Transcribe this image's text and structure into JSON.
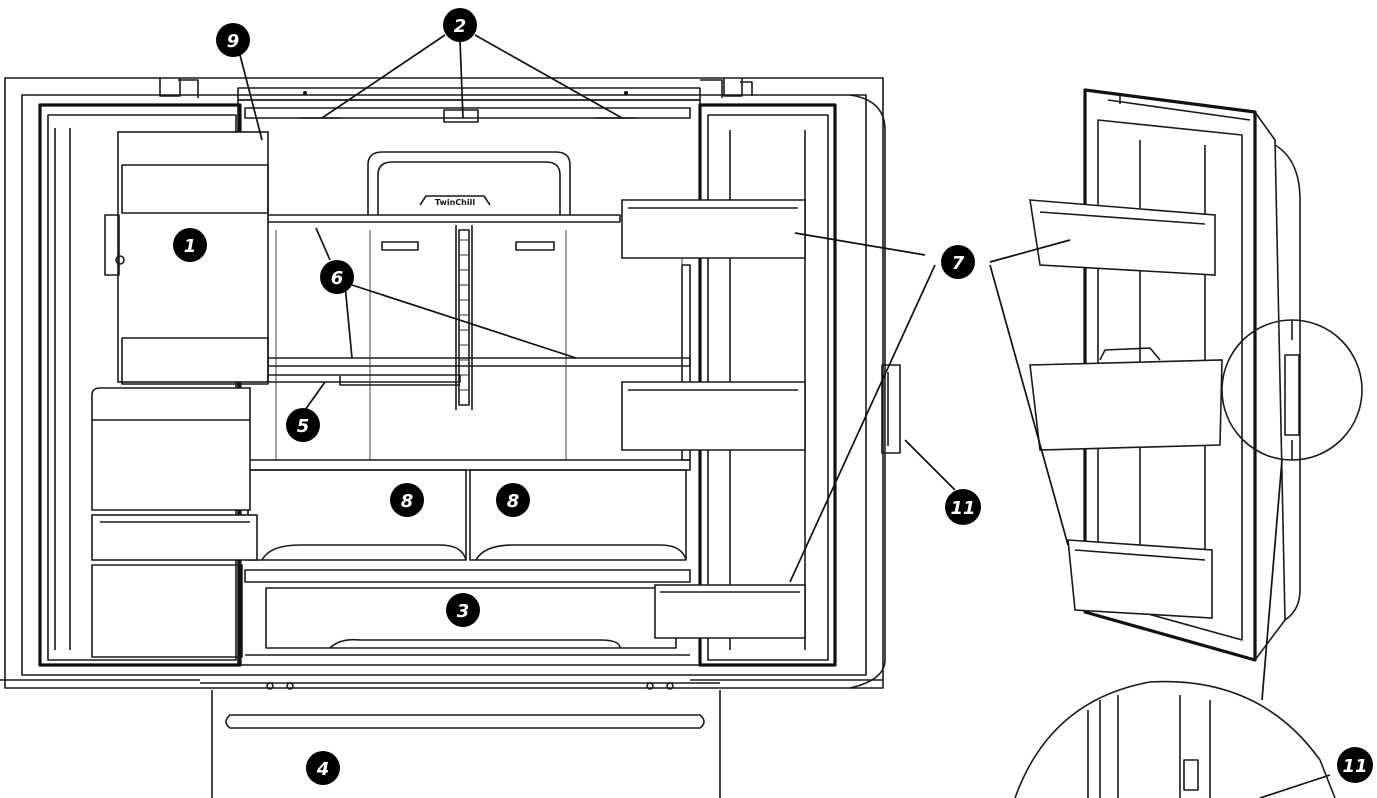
{
  "diagram": {
    "brand_label": "TwinChill",
    "callouts": [
      {
        "id": "1",
        "label": "1"
      },
      {
        "id": "2",
        "label": "2"
      },
      {
        "id": "3",
        "label": "3"
      },
      {
        "id": "4",
        "label": "4"
      },
      {
        "id": "5",
        "label": "5"
      },
      {
        "id": "6",
        "label": "6"
      },
      {
        "id": "7",
        "label": "7"
      },
      {
        "id": "8a",
        "label": "8"
      },
      {
        "id": "8b",
        "label": "8"
      },
      {
        "id": "9",
        "label": "9"
      },
      {
        "id": "11a",
        "label": "11"
      },
      {
        "id": "11b",
        "label": "11"
      }
    ]
  }
}
